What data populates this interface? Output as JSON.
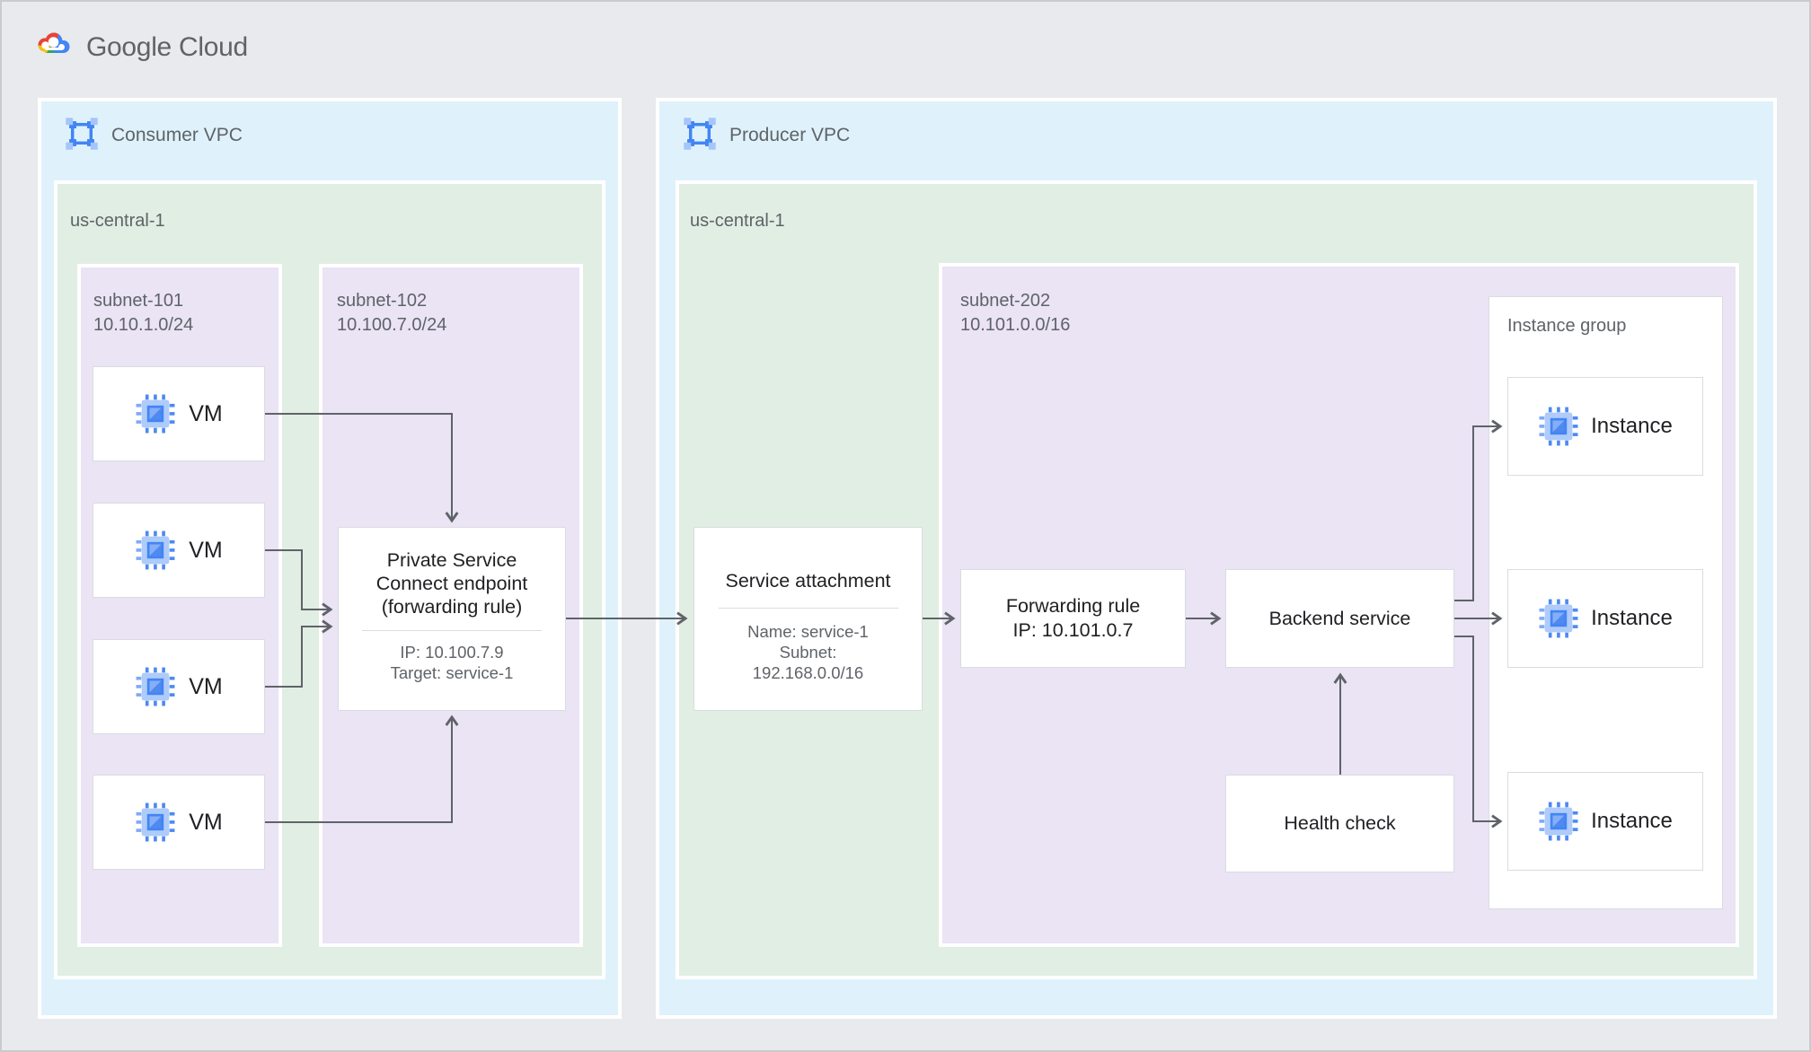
{
  "logo": {
    "label": "Google Cloud"
  },
  "consumer_vpc": {
    "label": "Consumer VPC",
    "region_label": "us-central-1",
    "subnet_101": {
      "name": "subnet-101",
      "cidr": "10.10.1.0/24"
    },
    "subnet_102": {
      "name": "subnet-102",
      "cidr": "10.100.7.0/24"
    },
    "vms": [
      "VM",
      "VM",
      "VM",
      "VM"
    ],
    "psc_endpoint": {
      "title": "Private Service Connect endpoint (forwarding rule)",
      "ip": "IP: 10.100.7.9",
      "target": "Target: service-1"
    }
  },
  "producer_vpc": {
    "label": "Producer VPC",
    "region_label": "us-central-1",
    "service_attachment": {
      "title": "Service attachment",
      "name": "Name: service-1",
      "subnet_line1": "Subnet:",
      "subnet_line2": "192.168.0.0/16"
    },
    "subnet_202": {
      "name": "subnet-202",
      "cidr": "10.101.0.0/16"
    },
    "forwarding_rule": {
      "title": "Forwarding rule",
      "ip": "IP: 10.101.0.7"
    },
    "backend_service_label": "Backend service",
    "health_check_label": "Health check",
    "instance_group": {
      "label": "Instance group",
      "instances": [
        "Instance",
        "Instance",
        "Instance"
      ]
    }
  },
  "colors": {
    "page_background": "#E8EAED",
    "vpc_fill": "#DFF2FC",
    "region_fill": "#E1EEE4",
    "subnet_fill": "#EAE4F5",
    "node_border": "#DADCE0",
    "arrow": "#5F6368",
    "text_dark": "#202124",
    "text_gray": "#5F6368",
    "icon_blue": "#4285F4",
    "icon_light_blue": "#AECBFA"
  }
}
